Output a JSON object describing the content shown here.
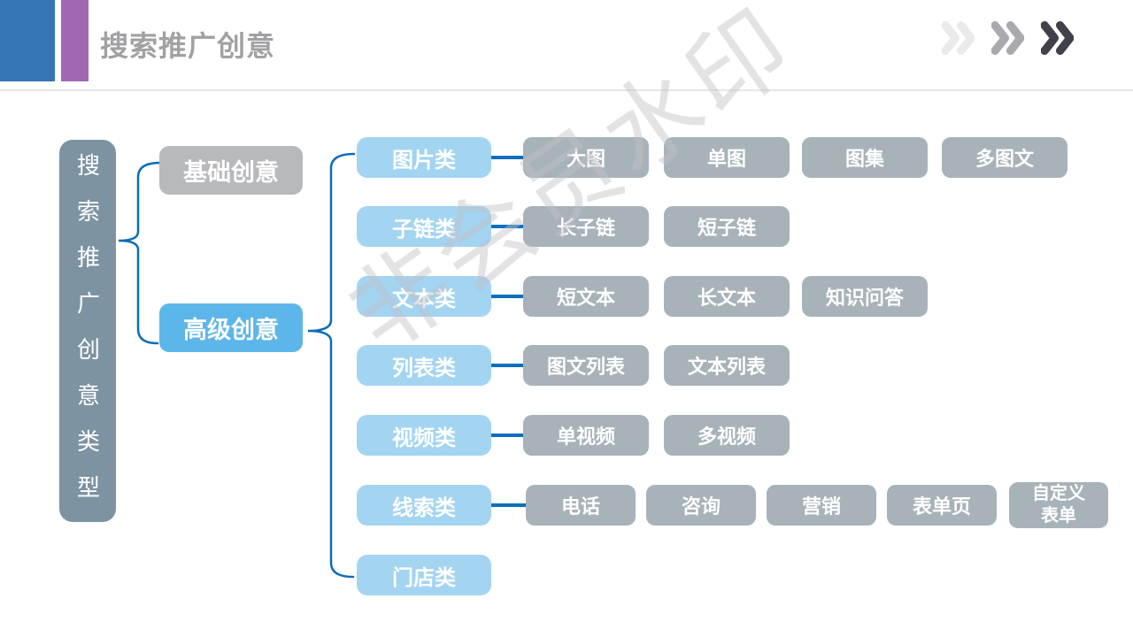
{
  "header": {
    "title": "搜索推广创意",
    "accent_colors": {
      "blue": "#3575b3",
      "purple": "#a168b1"
    },
    "chevron_colors": [
      "#eaeaec",
      "#a9a9b0",
      "#40414b"
    ]
  },
  "watermark": {
    "text": "非会员水印"
  },
  "colors": {
    "root_box": "#7e93a1",
    "basic_box": "#b7b9bc",
    "advanced_box": "#5db6e9",
    "category_box": "#a3d4f2",
    "leaf_box": "#a8b2b9",
    "connector": "#0d6cb8",
    "title_text": "#a1a1a4"
  },
  "diagram": {
    "root": {
      "label": "搜索推广创意类型"
    },
    "level2": [
      {
        "label": "基础创意"
      },
      {
        "label": "高级创意"
      }
    ],
    "categories": [
      {
        "label": "图片类",
        "children": [
          "大图",
          "单图",
          "图集",
          "多图文"
        ]
      },
      {
        "label": "子链类",
        "children": [
          "长子链",
          "短子链"
        ]
      },
      {
        "label": "文本类",
        "children": [
          "短文本",
          "长文本",
          "知识问答"
        ]
      },
      {
        "label": "列表类",
        "children": [
          "图文列表",
          "文本列表"
        ]
      },
      {
        "label": "视频类",
        "children": [
          "单视频",
          "多视频"
        ]
      },
      {
        "label": "线索类",
        "children": [
          "电话",
          "咨询",
          "营销",
          "表单页",
          "自定义表单"
        ]
      },
      {
        "label": "门店类",
        "children": []
      }
    ]
  }
}
